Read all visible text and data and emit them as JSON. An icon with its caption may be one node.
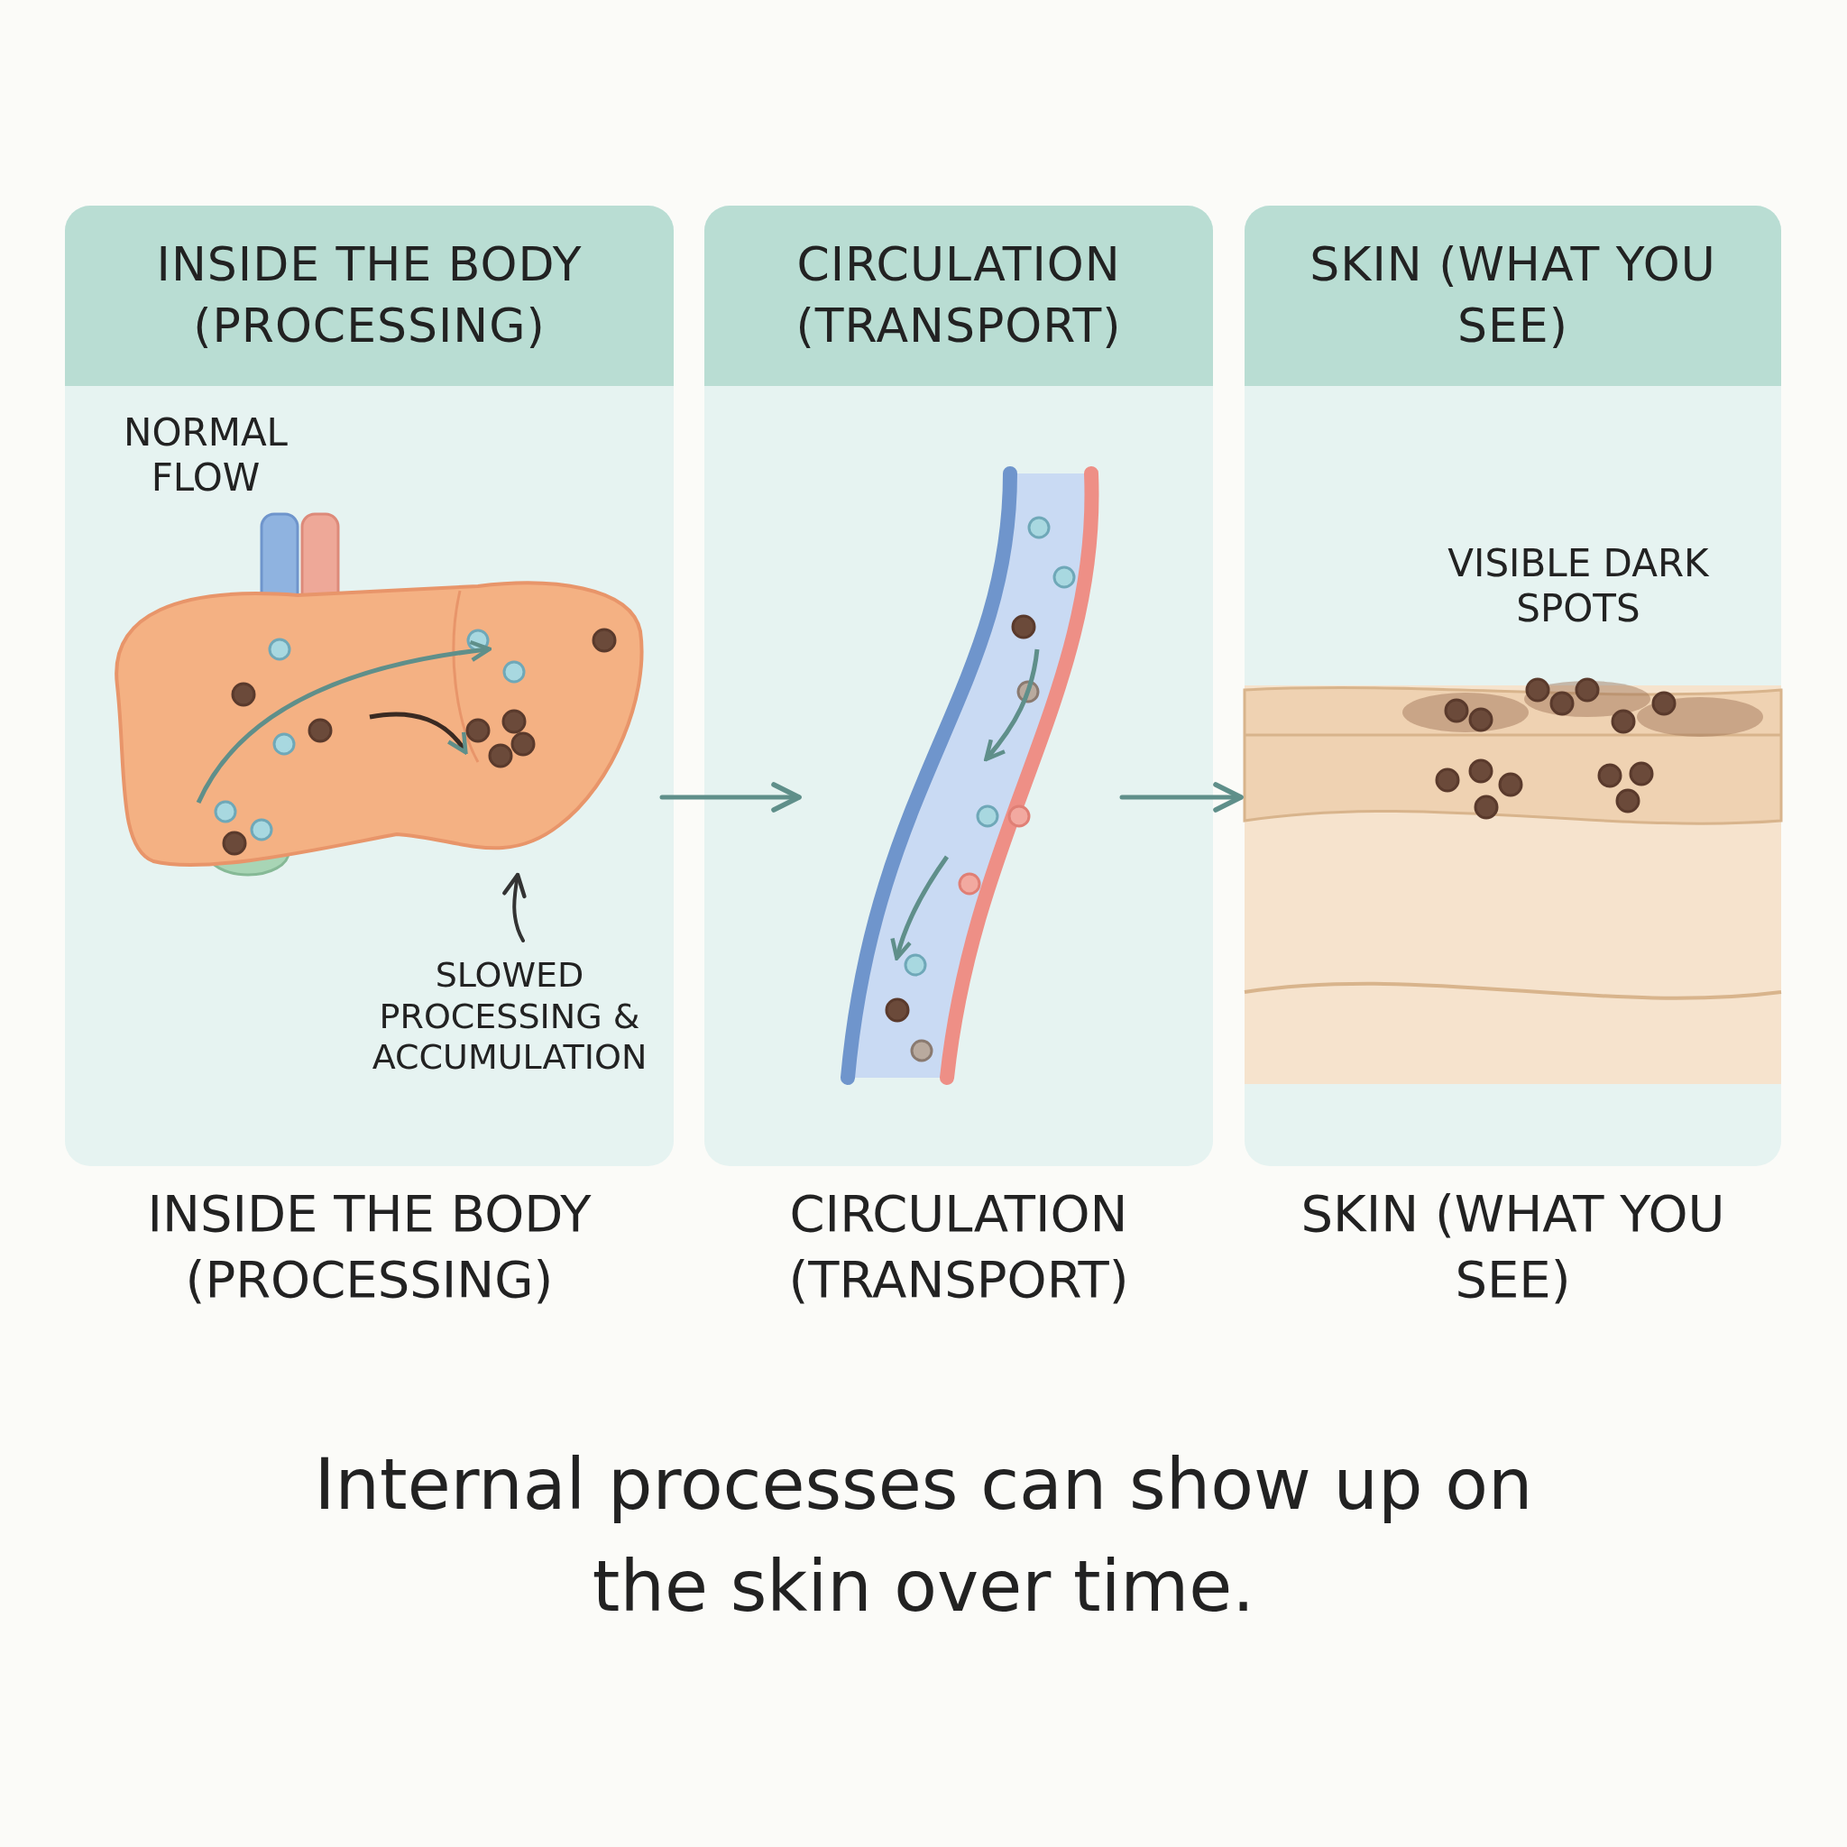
{
  "diagram": {
    "caption": "Internal processes can show up on the skin over time.",
    "nodes": [
      {
        "text": [
          "INSIDE THE BODY (PROCESSING)"
        ],
        "beside": [
          "INSIDE THE BODY (PROCESSING)"
        ]
      },
      {
        "text": [],
        "shape": "picture",
        "in": 0
      },
      {
        "text": [
          "SLOWED PROCESSING & ACCUMULATION"
        ],
        "in": 0
      },
      {
        "text": [
          "CIRCULATION (TRANSPORT)"
        ],
        "beside": [
          "CIRCULATION (TRANSPORT)"
        ]
      },
      {
        "text": [],
        "shape": "picture",
        "in": 3
      },
      {
        "text": [
          "SKIN (WHAT YOU SEE)"
        ],
        "beside": [
          "SKIN (WHAT YOU SEE)"
        ]
      },
      {
        "text": [],
        "shape": "picture",
        "in": 5
      }
    ],
    "edges": [
      {
        "from": 2,
        "to": 1,
        "arrow": "to",
        "color": "#333333"
      },
      {
        "from": 1,
        "to": 4,
        "arrow": "to"
      },
      {
        "from": 4,
        "to": 6,
        "arrow": "to"
      }
    ],
    "labels": [
      "NORMAL FLOW",
      "VISIBLE DARK SPOTS"
    ]
  }
}
